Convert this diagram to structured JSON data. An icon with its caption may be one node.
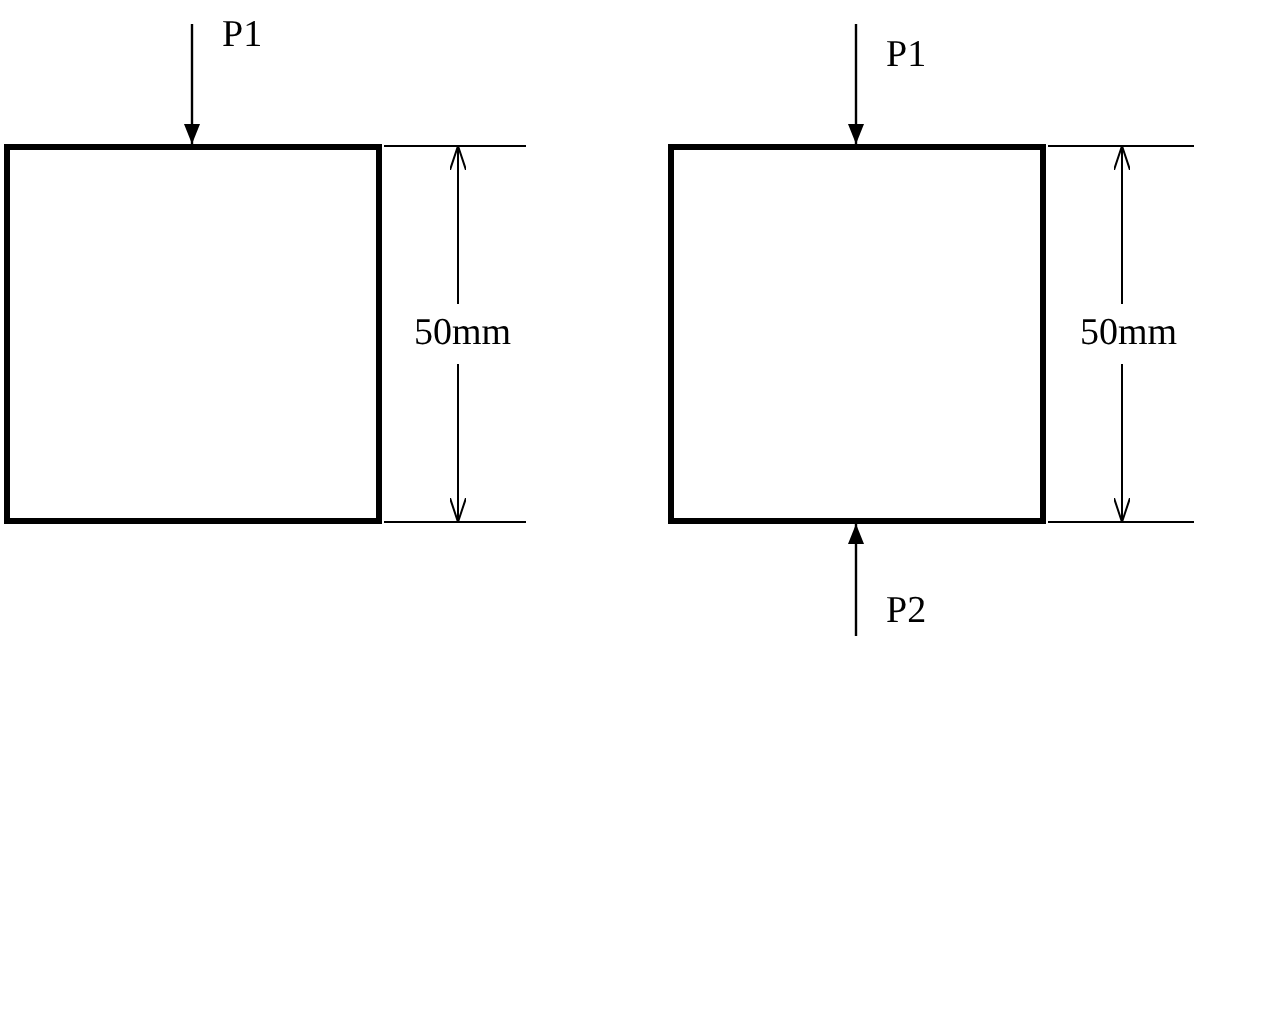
{
  "diagram": {
    "nodes": [
      {
        "text": [],
        "shape": "box"
      },
      {
        "text": [],
        "shape": "box"
      }
    ],
    "labels": [
      "P1",
      "50mm",
      "P1",
      "50mm",
      "P2"
    ]
  }
}
